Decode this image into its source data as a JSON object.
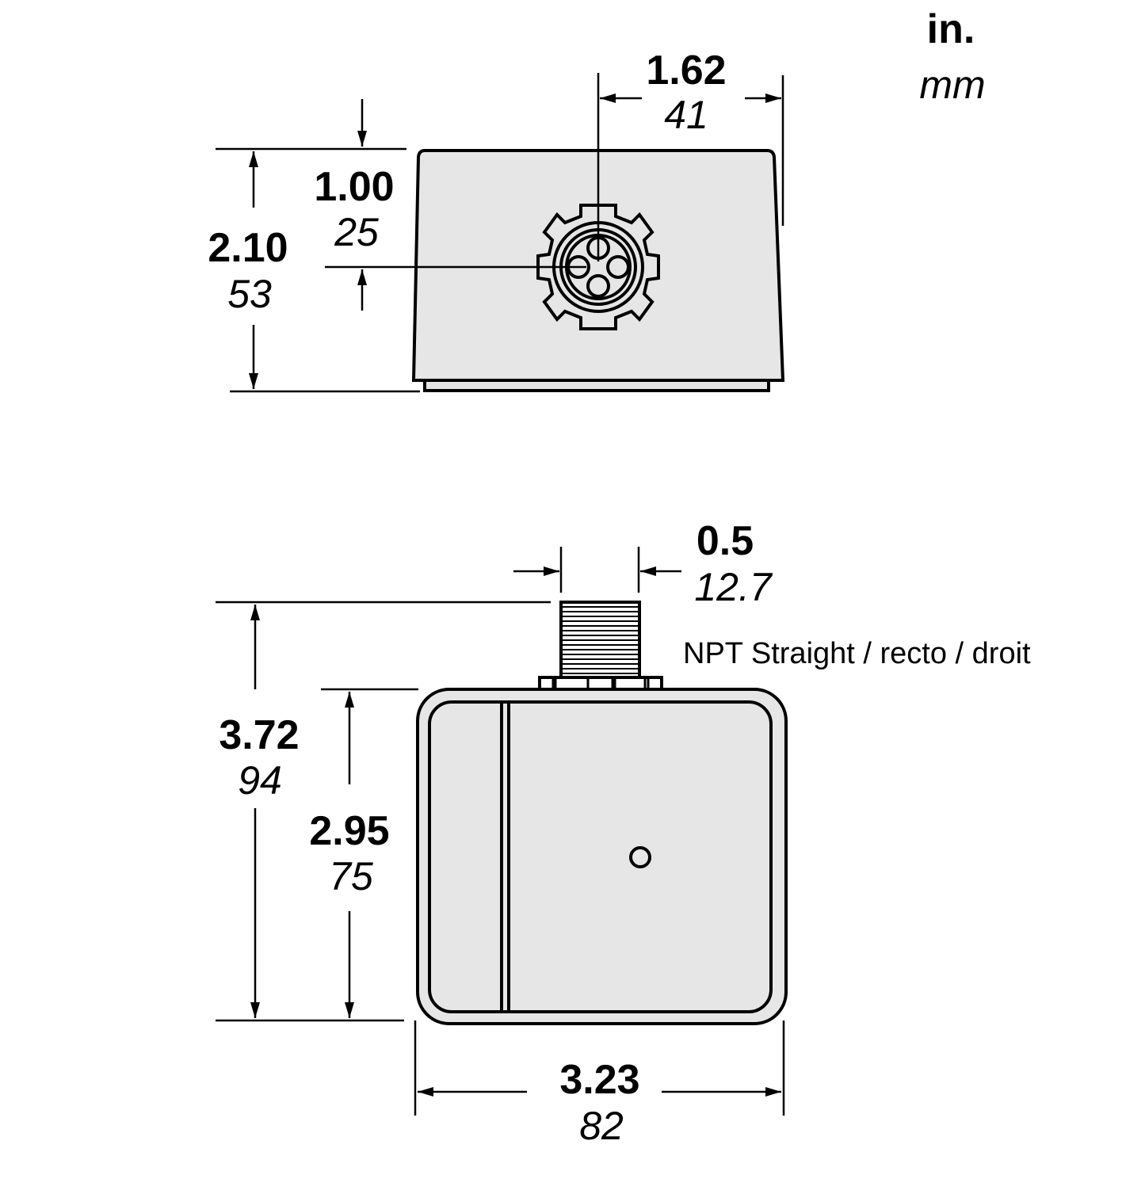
{
  "units": {
    "primary": "in.",
    "secondary": "mm"
  },
  "colors": {
    "body_fill": "#e6e6e6",
    "line": "#000000"
  },
  "front_view": {
    "width_to_connector": {
      "in": "1.62",
      "mm": "41"
    },
    "connector_height": {
      "in": "1.00",
      "mm": "25"
    },
    "height": {
      "in": "2.10",
      "mm": "53"
    }
  },
  "top_view": {
    "fitting_size": {
      "in": "0.5",
      "mm": "12.7"
    },
    "fitting_note": "NPT Straight / recto / droit",
    "overall_length": {
      "in": "3.72",
      "mm": "94"
    },
    "body_length": {
      "in": "2.95",
      "mm": "75"
    },
    "width": {
      "in": "3.23",
      "mm": "82"
    }
  }
}
